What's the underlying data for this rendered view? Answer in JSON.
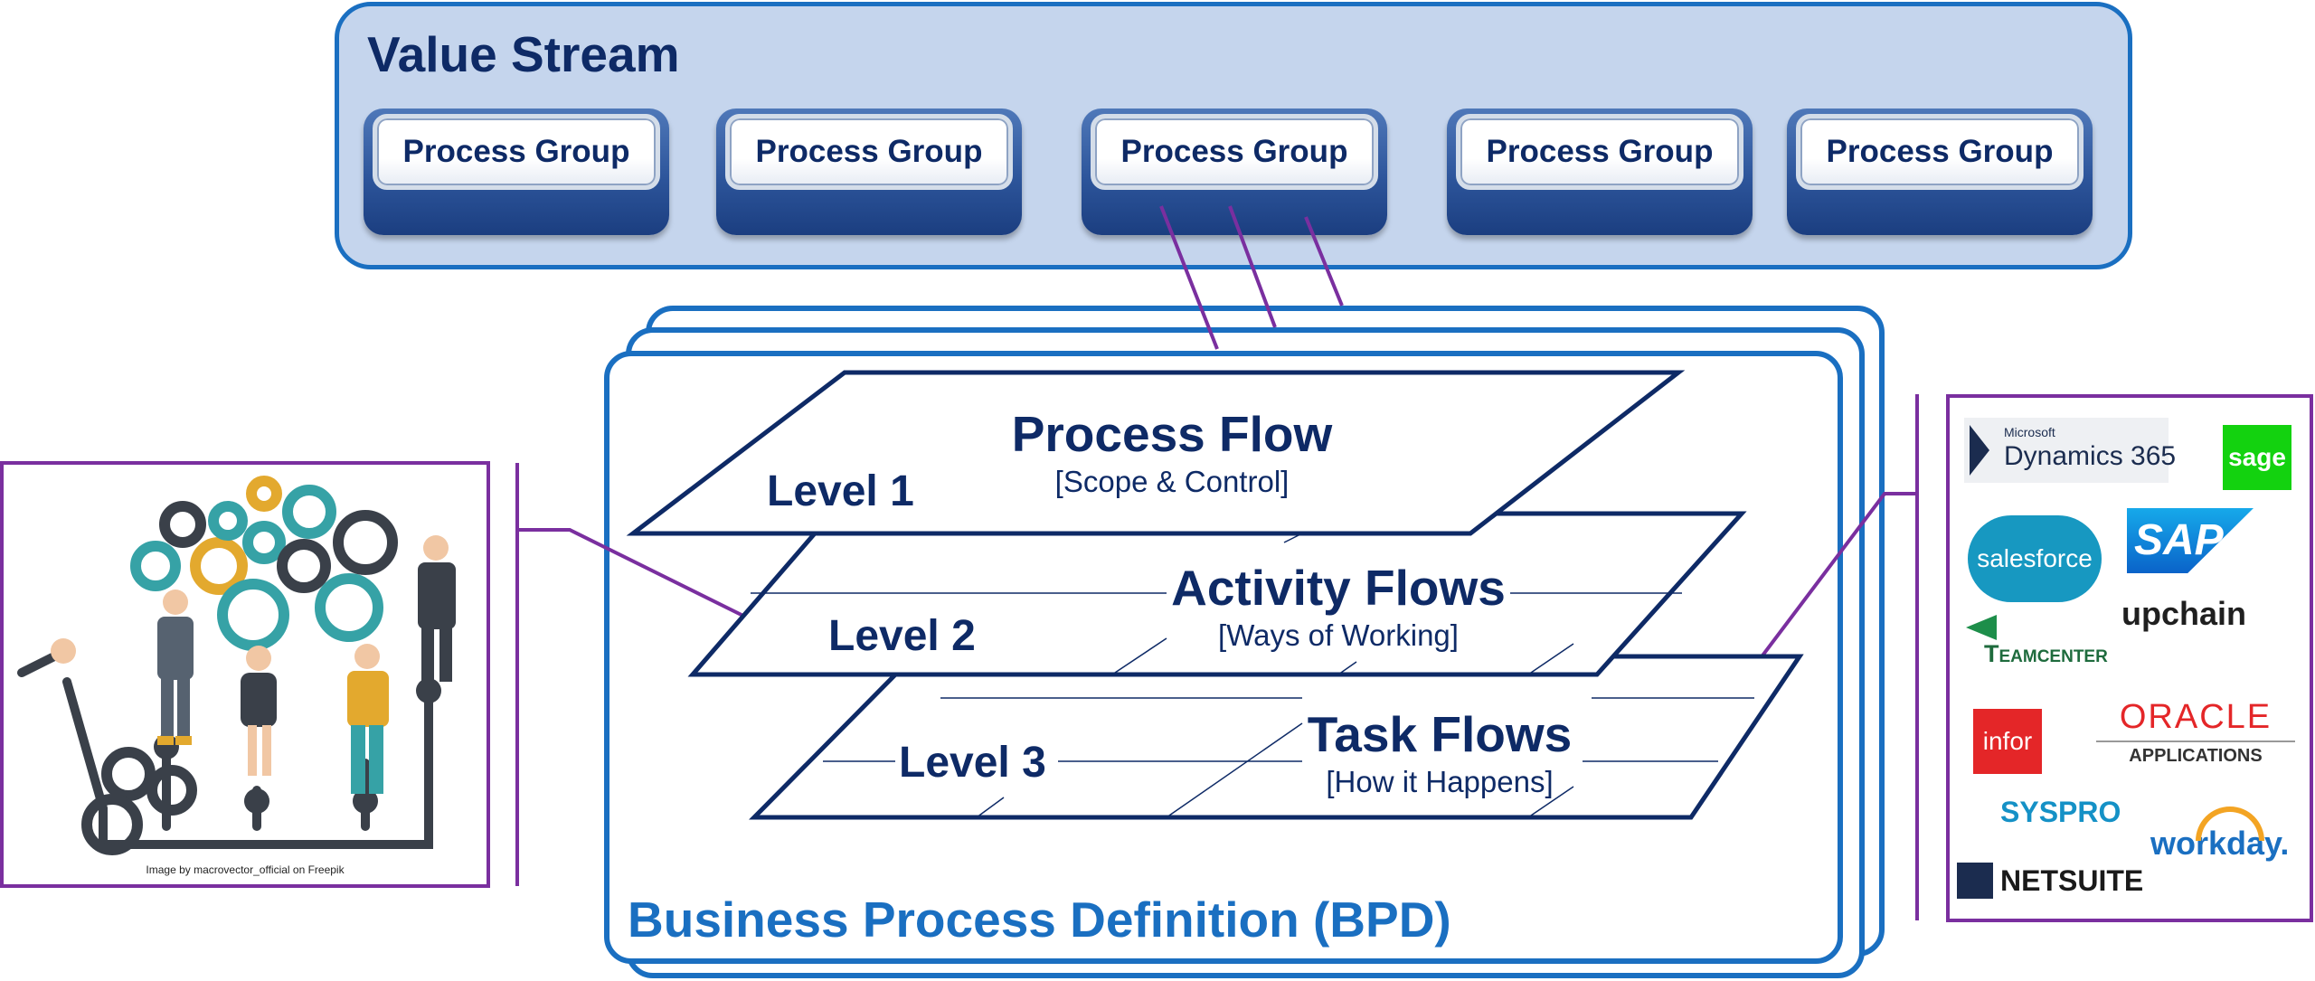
{
  "value_stream": {
    "title": "Value Stream",
    "process_groups": [
      "Process Group",
      "Process Group",
      "Process Group",
      "Process Group",
      "Process Group"
    ]
  },
  "bpd": {
    "title": "Business Process Definition (BPD)",
    "levels": [
      {
        "level": "Level 1",
        "title": "Process Flow",
        "subtitle": "[Scope & Control]"
      },
      {
        "level": "Level 2",
        "title": "Activity Flows",
        "subtitle": "[Ways of Working]"
      },
      {
        "level": "Level 3",
        "title": "Task Flows",
        "subtitle": "[How it Happens]"
      }
    ]
  },
  "illustration": {
    "credit": "Image by macrovector_official on Freepik"
  },
  "logos": {
    "dynamics_small": "Microsoft",
    "dynamics": "Dynamics 365",
    "sage": "sage",
    "salesforce": "salesforce",
    "sap": "SAP",
    "upchain": "upchain",
    "teamcenter": "Teamcenter",
    "infor": "infor",
    "oracle": "ORACLE",
    "oracle_sub": "APPLICATIONS",
    "syspro": "SYSPRO",
    "workday": "workday.",
    "netsuite": "NETSUITE"
  },
  "colors": {
    "navy": "#0e2a66",
    "blue": "#1a6fc1",
    "purple": "#7a2f9f",
    "value_stream_fill": "#c5d5ed"
  }
}
